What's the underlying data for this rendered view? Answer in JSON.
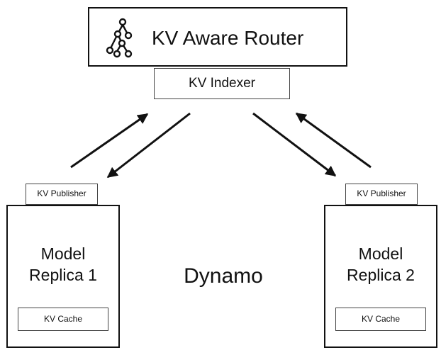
{
  "router": {
    "title": "KV Aware Router",
    "icon": "network-tree-icon"
  },
  "indexer": {
    "label": "KV Indexer"
  },
  "replicas": [
    {
      "publisher": "KV Publisher",
      "title_line1": "Model",
      "title_line2": "Replica 1",
      "cache": "KV Cache"
    },
    {
      "publisher": "KV Publisher",
      "title_line1": "Model",
      "title_line2": "Replica 2",
      "cache": "KV Cache"
    }
  ],
  "center_label": "Dynamo",
  "colors": {
    "stroke": "#111111",
    "background": "#ffffff"
  }
}
